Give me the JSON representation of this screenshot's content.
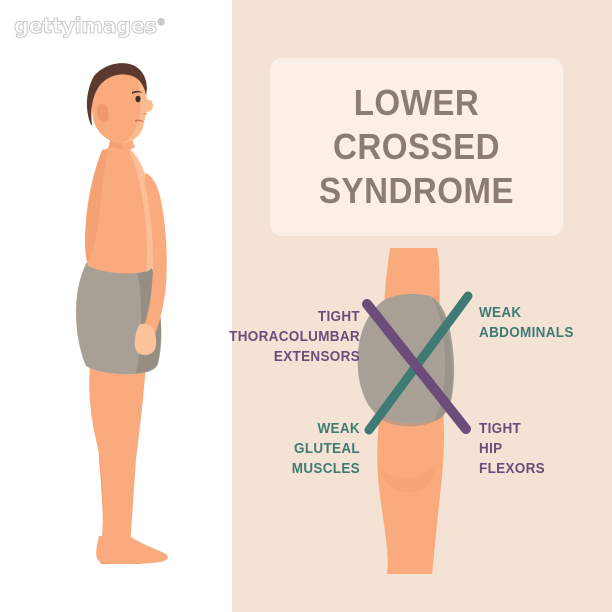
{
  "watermark": {
    "text": "gettyimages",
    "mark": "®"
  },
  "title": {
    "line1": "LOWER CROSSED",
    "line2": "SYNDROME",
    "full": "LOWER CROSSED\nSYNDROME",
    "color": "#8d7c74",
    "card_color": "#fcefe6"
  },
  "labels": {
    "top_left": {
      "text": "TIGHT\nTHORACOLUMBAR\nEXTENSORS",
      "lines": [
        "TIGHT",
        "THORACOLUMBAR",
        "EXTENSORS"
      ],
      "color": "#6b4c7a",
      "group": "tight",
      "align": "right"
    },
    "top_right": {
      "text": "WEAK\nABDOMINALS",
      "lines": [
        "WEAK",
        "ABDOMINALS"
      ],
      "color": "#3e7b75",
      "group": "weak",
      "align": "left"
    },
    "bottom_left": {
      "text": "WEAK\nGLUTEAL\nMUSCLES",
      "lines": [
        "WEAK",
        "GLUTEAL",
        "MUSCLES"
      ],
      "color": "#3e7b75",
      "group": "weak",
      "align": "right"
    },
    "bottom_right": {
      "text": "TIGHT\nHIP\nFLEXORS",
      "lines": [
        "TIGHT",
        "HIP",
        "FLEXORS"
      ],
      "color": "#6b4c7a",
      "group": "tight",
      "align": "left"
    }
  },
  "diagram": {
    "cross": {
      "tight_line": {
        "name": "tight-diagonal",
        "color": "#6b4c7a",
        "from": "upper-left",
        "to": "lower-right",
        "connects": [
          "TIGHT THORACOLUMBAR EXTENSORS",
          "TIGHT HIP FLEXORS"
        ]
      },
      "weak_line": {
        "name": "weak-diagonal",
        "color": "#3e7b75",
        "from": "lower-left",
        "to": "upper-right",
        "connects": [
          "WEAK GLUTEAL MUSCLES",
          "WEAK ABDOMINALS"
        ]
      }
    }
  },
  "palette": {
    "background_left": "#ffffff",
    "background_right": "#f4e3d5",
    "skin": "#f9ab7e",
    "skin_shadow": "#f09a6c",
    "skin_light": "#fcc39b",
    "hair": "#6b4638",
    "hair_dark": "#5a3a2e",
    "shorts": "#a8a096",
    "shorts_shadow": "#968e84",
    "purple": "#6b4c7a",
    "teal": "#3e7b75",
    "title_text": "#8d7c74"
  },
  "figures": {
    "standing": {
      "name": "standing-man-side-profile",
      "pose": "lateral view, facing right, anterior pelvic tilt"
    },
    "hip_closeup": {
      "name": "hip-pelvis-closeup",
      "pose": "lateral view of pelvis and thigh with crossed lines"
    }
  }
}
